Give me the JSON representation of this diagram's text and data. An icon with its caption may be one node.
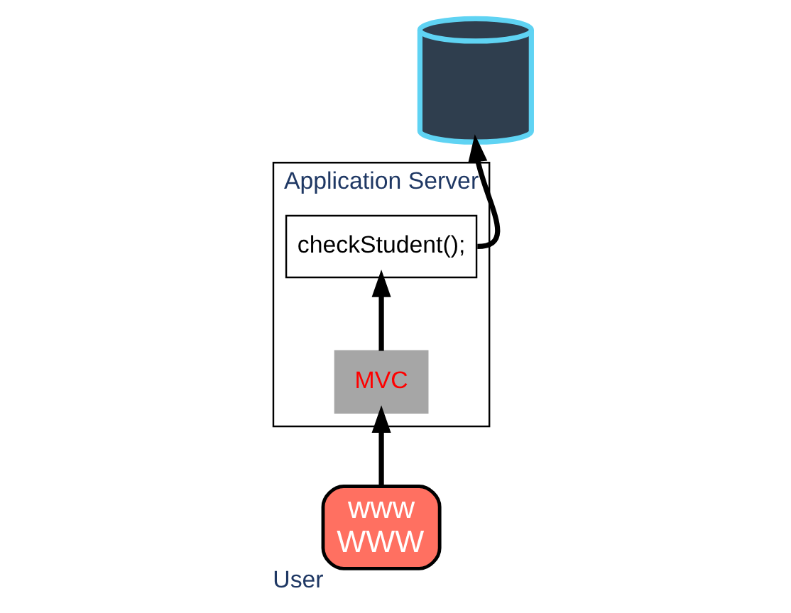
{
  "diagram": {
    "nodes": [
      {
        "text": [
          "Application Server"
        ]
      },
      {
        "text": [
          "checkStudent();"
        ],
        "in": 0
      },
      {
        "text": [
          "MVC"
        ],
        "in": 0
      },
      {
        "text": [],
        "shape": "cylinder"
      },
      {
        "text": [
          "www",
          "WWW"
        ],
        "beside": [
          "User"
        ]
      }
    ],
    "edges": [
      {
        "from": 4,
        "to": 2,
        "arrow": "to"
      },
      {
        "from": 2,
        "to": 1,
        "arrow": "to"
      },
      {
        "from": 1,
        "to": 3,
        "arrow": "to"
      }
    ]
  }
}
